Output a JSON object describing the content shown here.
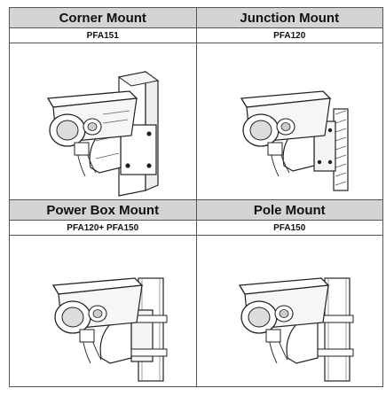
{
  "mounts": [
    {
      "title": "Corner Mount",
      "model": "PFA151"
    },
    {
      "title": "Junction Mount",
      "model": "PFA120"
    },
    {
      "title": "Power Box Mount",
      "model": "PFA120+ PFA150"
    },
    {
      "title": "Pole Mount",
      "model": "PFA150"
    }
  ]
}
